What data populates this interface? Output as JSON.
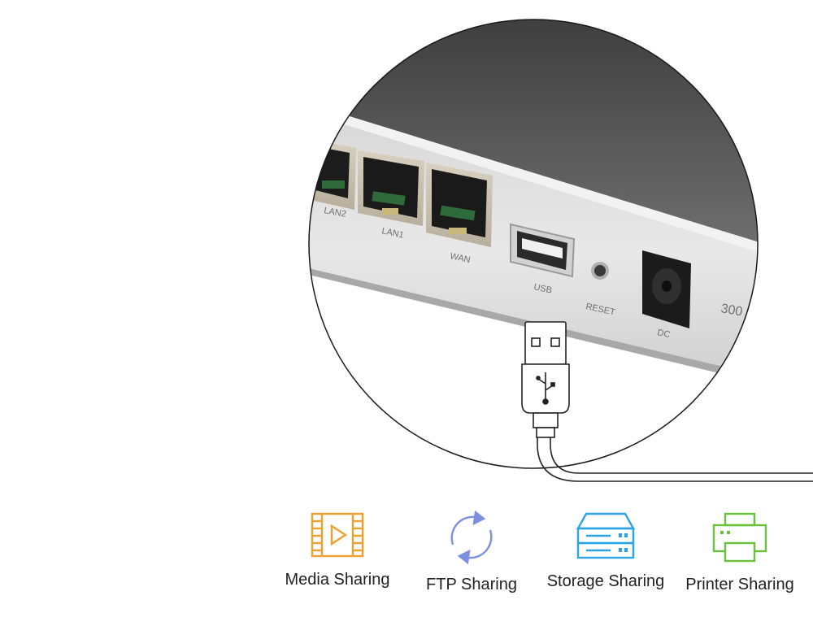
{
  "photo": {
    "port_labels": {
      "lan2": "LAN2",
      "lan1": "LAN1",
      "wan": "WAN",
      "usb": "USB",
      "reset": "RESET",
      "dc": "DC",
      "model_partial": "300"
    }
  },
  "features": [
    {
      "label": "Media Sharing",
      "icon": "film-play-icon",
      "color": "#f0a030"
    },
    {
      "label": "FTP Sharing",
      "icon": "sync-arrows-icon",
      "color": "#7d8fe0"
    },
    {
      "label": "Storage Sharing",
      "icon": "server-storage-icon",
      "color": "#2aa3e8"
    },
    {
      "label": "Printer Sharing",
      "icon": "printer-icon",
      "color": "#66c23a"
    }
  ]
}
